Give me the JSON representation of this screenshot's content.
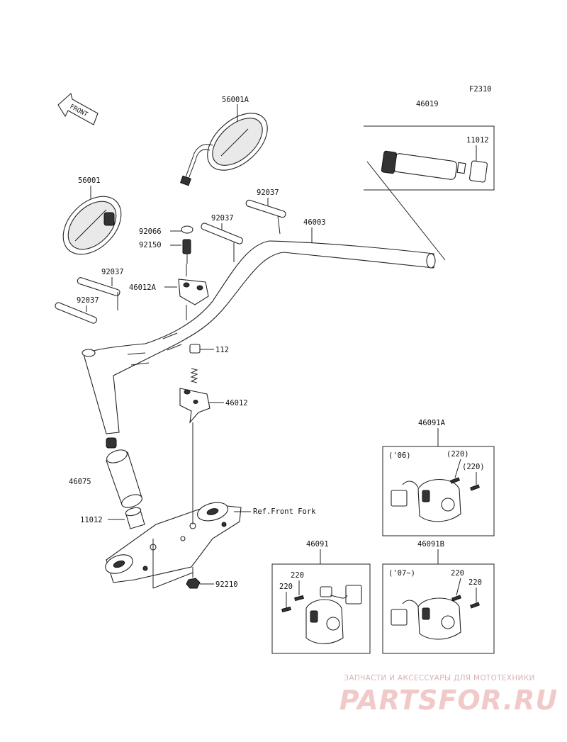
{
  "figure_code": "F2310",
  "front_arrow_label": "FRONT",
  "ref_label": "Ref.Front Fork",
  "part_labels": {
    "p56001A": "56001A",
    "p46019": "46019",
    "p11012_top": "11012",
    "p56001": "56001",
    "p92037_a": "92037",
    "p92037_b": "92037",
    "p92037_c": "92037",
    "p92037_d": "92037",
    "p92066": "92066",
    "p92150": "92150",
    "p46003": "46003",
    "p46012A": "46012A",
    "p112": "112",
    "p46012": "46012",
    "p46075": "46075",
    "p11012_bottom": "11012",
    "p92210": "92210",
    "p46091A": "46091A",
    "p46091": "46091",
    "p46091B": "46091B",
    "p220_a": "(220)",
    "p220_b": "(220)",
    "p220_c": "220",
    "p220_d": "220",
    "p220_e": "220",
    "p220_f": "220"
  },
  "box_labels": {
    "year_06": "('06)",
    "year_07": "('07~)"
  },
  "watermark": {
    "caption": "ЗАПЧАСТИ И АКСЕССУАРЫ ДЛЯ МОТОТЕХНИКИ",
    "logo": "PARTSFOR.RU"
  },
  "colors": {
    "line": "#222222",
    "watermark": "#f2c9c9"
  }
}
